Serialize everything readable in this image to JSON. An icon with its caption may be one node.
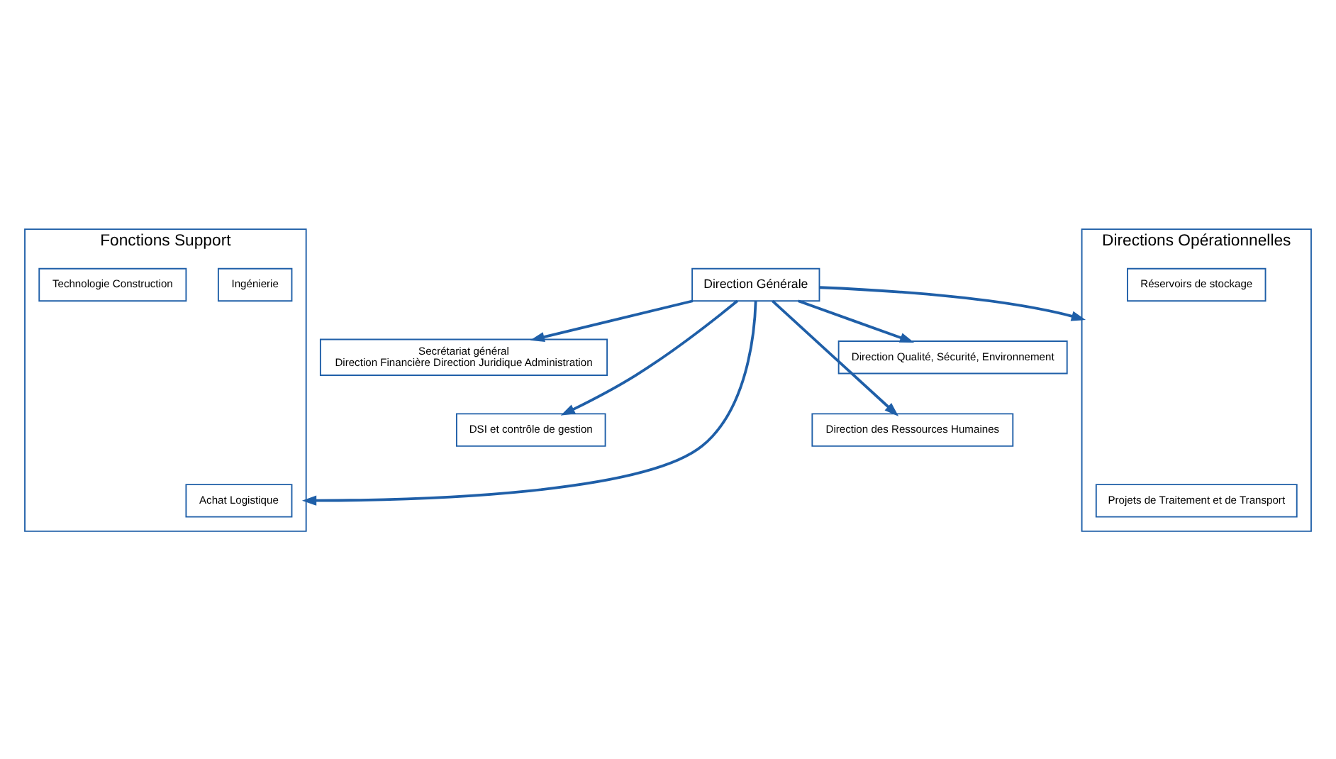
{
  "diagram": {
    "nodes": [
      {
        "text": [
          "Direction Générale"
        ]
      },
      {
        "text": [
          "Direction Qualité, Sécurité, Environnement"
        ]
      },
      {
        "text": [
          "Secrétariat général",
          "Direction Financière Direction Juridique Administration"
        ]
      },
      {
        "text": [
          "Direction des Ressources Humaines"
        ]
      },
      {
        "text": [
          "DSI et contrôle de gestion"
        ]
      },
      {
        "text": [
          "Fonctions Support"
        ]
      },
      {
        "text": [
          "Ingénierie"
        ],
        "in": 5
      },
      {
        "text": [
          "Achat Logistique"
        ],
        "in": 5
      },
      {
        "text": [
          "Technologie Construction"
        ],
        "in": 5
      },
      {
        "text": [
          "Directions Opérationnelles"
        ]
      },
      {
        "text": [
          "Réservoirs de stockage"
        ],
        "in": 9
      },
      {
        "text": [
          "Projets de Traitement et de Transport"
        ],
        "in": 9
      }
    ],
    "edges": [
      {
        "from": 0,
        "to": 1,
        "arrow": "to"
      },
      {
        "from": 0,
        "to": 2,
        "arrow": "to"
      },
      {
        "from": 0,
        "to": 3,
        "arrow": "to"
      },
      {
        "from": 0,
        "to": 4,
        "arrow": "to"
      },
      {
        "from": 0,
        "to": 5,
        "arrow": "to"
      },
      {
        "from": 0,
        "to": 9,
        "arrow": "to"
      }
    ]
  }
}
